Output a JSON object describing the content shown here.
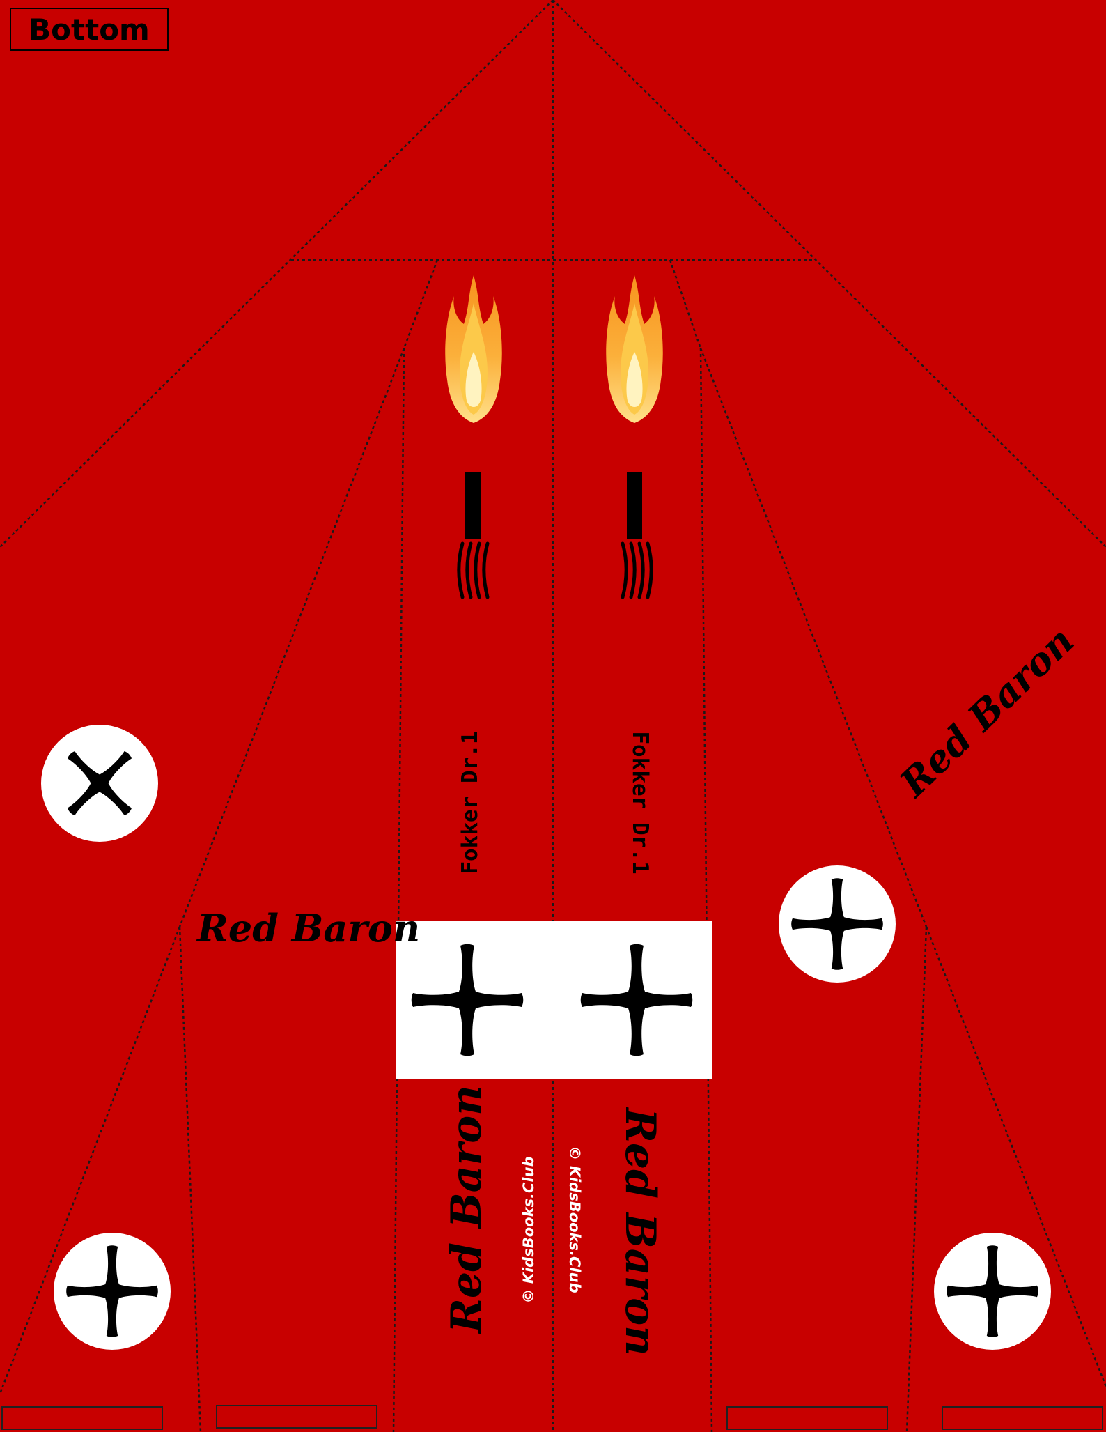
{
  "template": {
    "panel_label": "Bottom",
    "decal_name": "Red Baron",
    "model_name": "Fokker Dr.1",
    "copyright": "© KidsBooks.Club"
  },
  "colors": {
    "body": "#c80000",
    "marking_bg": "#ffffff",
    "cross": "#000000",
    "fold_line": "#1a1a1a"
  },
  "icons": [
    "flame-icon",
    "iron-cross-icon",
    "balkenkreuz-x-icon"
  ]
}
